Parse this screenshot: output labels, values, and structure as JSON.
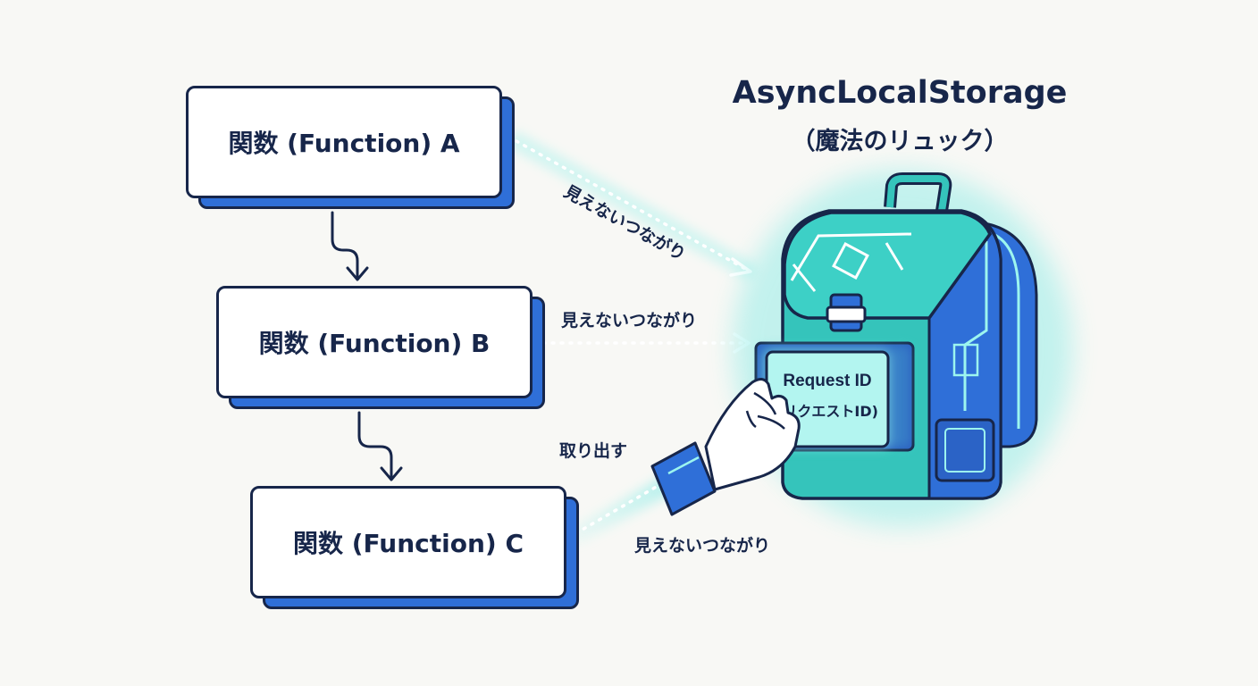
{
  "diagram": {
    "functions": [
      {
        "label": "関数 (Function) A"
      },
      {
        "label": "関数 (Function) B"
      },
      {
        "label": "関数 (Function) C"
      }
    ],
    "title": "AsyncLocalStorage",
    "subtitle": "（魔法のリュック）",
    "connection_labels": {
      "a": "見えないつながり",
      "b": "見えないつながり",
      "c": "見えないつながり"
    },
    "retrieve_label": "取り出す",
    "tag": {
      "line1": "Request ID",
      "line2": "(リクエストID)"
    }
  },
  "colors": {
    "ink": "#17264a",
    "shadow_blue": "#2f6fd8",
    "backpack_teal": "#35c4bb",
    "backpack_blue": "#2f6fd8",
    "glow": "#5fe6e0"
  },
  "icons": [
    "backpack-icon",
    "hand-icon",
    "down-arrow-icon",
    "dotted-arrow-icon"
  ]
}
